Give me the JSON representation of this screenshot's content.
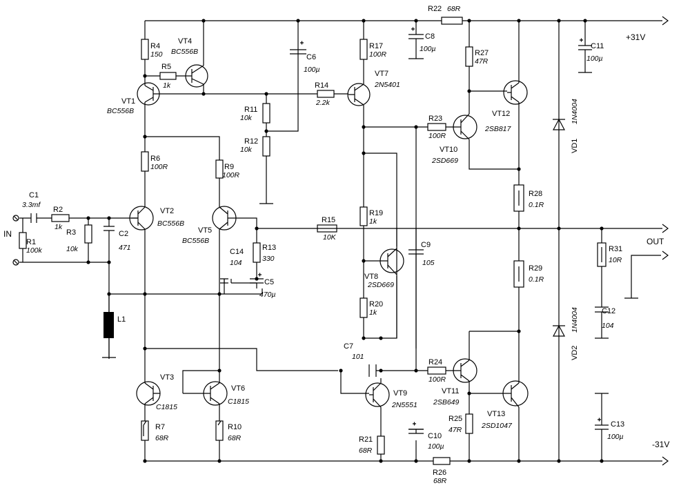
{
  "rails": {
    "positive": "+31V",
    "negative": "-31V"
  },
  "ports": {
    "input": "IN",
    "output": "OUT"
  },
  "resistors": [
    {
      "ref": "R1",
      "value": "100k"
    },
    {
      "ref": "R2",
      "value": "1k"
    },
    {
      "ref": "R3",
      "value": "10k"
    },
    {
      "ref": "R4",
      "value": "150"
    },
    {
      "ref": "R5",
      "value": "1k"
    },
    {
      "ref": "R6",
      "value": "100R"
    },
    {
      "ref": "R7",
      "value": "68R"
    },
    {
      "ref": "R9",
      "value": "100R"
    },
    {
      "ref": "R10",
      "value": "68R"
    },
    {
      "ref": "R11",
      "value": "10k"
    },
    {
      "ref": "R12",
      "value": "10k"
    },
    {
      "ref": "R13",
      "value": "330"
    },
    {
      "ref": "R14",
      "value": "2.2k"
    },
    {
      "ref": "R15",
      "value": "10K"
    },
    {
      "ref": "R17",
      "value": "100R"
    },
    {
      "ref": "R19",
      "value": "1k"
    },
    {
      "ref": "R20",
      "value": "1k"
    },
    {
      "ref": "R21",
      "value": "68R"
    },
    {
      "ref": "R22",
      "value": "68R"
    },
    {
      "ref": "R23",
      "value": "100R"
    },
    {
      "ref": "R24",
      "value": "100R"
    },
    {
      "ref": "R25",
      "value": "47R"
    },
    {
      "ref": "R26",
      "value": "68R"
    },
    {
      "ref": "R27",
      "value": "47R"
    },
    {
      "ref": "R28",
      "value": "0.1R"
    },
    {
      "ref": "R29",
      "value": "0.1R"
    },
    {
      "ref": "R31",
      "value": "10R"
    }
  ],
  "capacitors": [
    {
      "ref": "C1",
      "value": "3.3mf"
    },
    {
      "ref": "C2",
      "value": "471"
    },
    {
      "ref": "C5",
      "value": "470µ"
    },
    {
      "ref": "C6",
      "value": "100µ"
    },
    {
      "ref": "C7",
      "value": "101"
    },
    {
      "ref": "C8",
      "value": "100µ"
    },
    {
      "ref": "C9",
      "value": "105"
    },
    {
      "ref": "C10",
      "value": "100µ"
    },
    {
      "ref": "C11",
      "value": "100µ"
    },
    {
      "ref": "C12",
      "value": "104"
    },
    {
      "ref": "C13",
      "value": "100µ"
    },
    {
      "ref": "C14",
      "value": "104"
    }
  ],
  "transistors": [
    {
      "ref": "VT1",
      "part": "BC556B"
    },
    {
      "ref": "VT2",
      "part": "BC556B"
    },
    {
      "ref": "VT3",
      "part": "C1815"
    },
    {
      "ref": "VT4",
      "part": "BC556B"
    },
    {
      "ref": "VT5",
      "part": "BC556B"
    },
    {
      "ref": "VT6",
      "part": "C1815"
    },
    {
      "ref": "VT7",
      "part": "2N5401"
    },
    {
      "ref": "VT8",
      "part": "2SD669"
    },
    {
      "ref": "VT9",
      "part": "2N5551"
    },
    {
      "ref": "VT10",
      "part": "2SD669"
    },
    {
      "ref": "VT11",
      "part": "2SB649"
    },
    {
      "ref": "VT12",
      "part": "2SB817"
    },
    {
      "ref": "VT13",
      "part": "2SD1047"
    }
  ],
  "diodes": [
    {
      "ref": "VD1",
      "part": "1N4004"
    },
    {
      "ref": "VD2",
      "part": "1N4004"
    }
  ],
  "inductors": [
    {
      "ref": "L1",
      "value": ""
    }
  ]
}
